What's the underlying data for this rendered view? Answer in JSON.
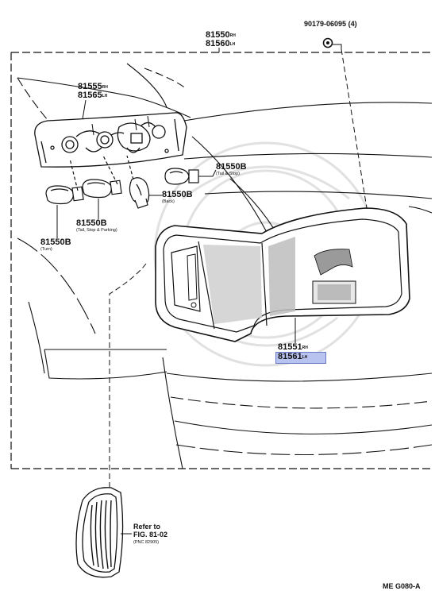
{
  "labels": {
    "housing_a": "81550",
    "housing_a_suffix": "RH",
    "housing_b": "81560",
    "housing_b_suffix": "LH",
    "bolt": "90179-06095",
    "bolt_qty": "(4)",
    "socket_a": "81555",
    "socket_a_suffix": "RH",
    "socket_b": "81565",
    "socket_b_suffix": "LH",
    "bulb_tail_stop": "81550B",
    "bulb_tail_stop_note": "(Tail & Stop)",
    "bulb_back": "81550B",
    "bulb_back_note": "(Back)",
    "bulb_tail_stop_parking": "81550B",
    "bulb_tail_stop_parking_note": "(Tail, Stop & Parking)",
    "bulb_turn": "81550B",
    "bulb_turn_note": "(Turn)",
    "lens_a": "81551",
    "lens_a_suffix": "RH",
    "lens_b": "81561",
    "lens_b_suffix": "LH",
    "refer_line1": "Refer to",
    "refer_line2": "FIG. 81-02",
    "refer_line3": "(PNC 82905)",
    "diagram_code": "ME G080-A"
  },
  "colors": {
    "ink": "#111111",
    "highlight": "#b9c3ef",
    "highlight_border": "#6a78c8",
    "watermark": "#dddddd"
  }
}
